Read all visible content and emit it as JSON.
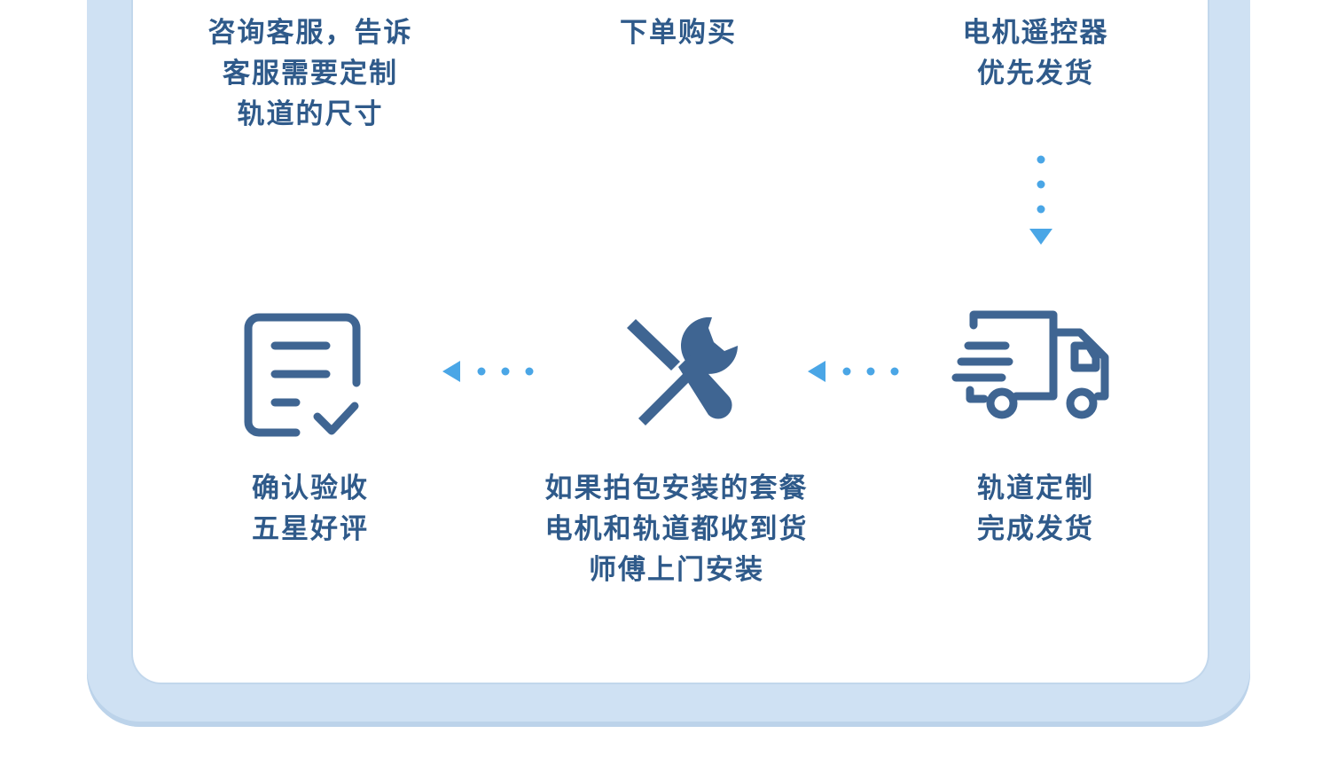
{
  "colors": {
    "icon": "#3f6592",
    "label": "#2f5a8a",
    "arrow": "#4aa6e6",
    "frame": "#cfe1f3"
  },
  "steps": [
    {
      "label": "咨询客服，告诉\n客服需要定制\n轨道的尺寸"
    },
    {
      "label": "下单购买"
    },
    {
      "label": "电机遥控器\n优先发货"
    },
    {
      "label": "轨道定制\n完成发货",
      "icon": "truck-icon"
    },
    {
      "label": "如果拍包安装的套餐\n电机和轨道都收到货\n师傅上门安装",
      "icon": "tools-icon"
    },
    {
      "label": "确认验收\n五星好评",
      "icon": "checklist-icon"
    }
  ]
}
